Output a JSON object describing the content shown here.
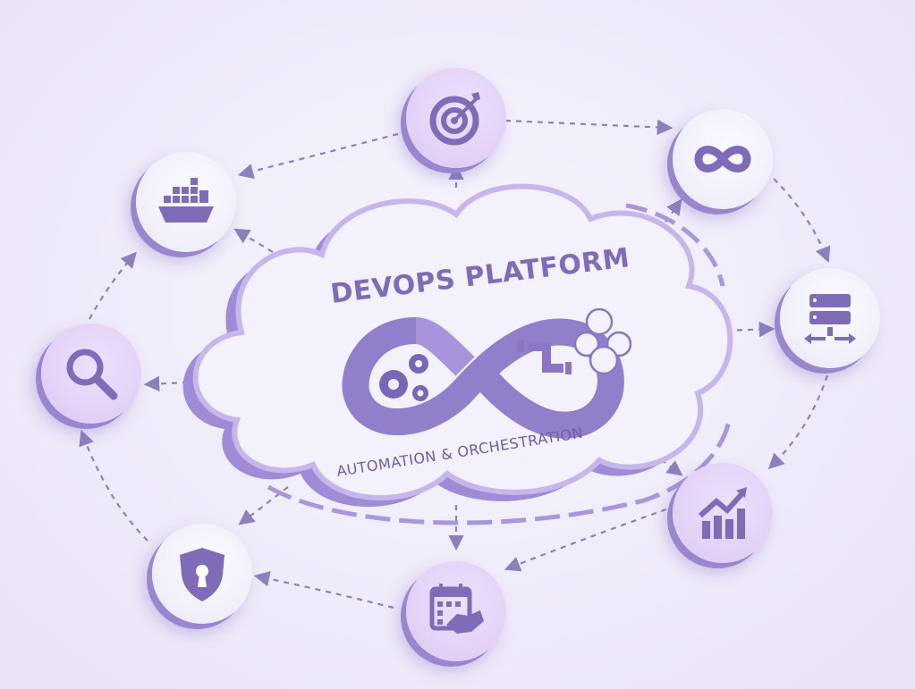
{
  "diagram": {
    "center": {
      "shape": "cloud",
      "title": "DEVOPS PLATFORM",
      "subtitle": "AUTOMATION & ORCHESTRATION",
      "emblem_icons": [
        "infinity-loop-icon",
        "gears-icon",
        "pipeline-icon",
        "team-icon"
      ]
    },
    "nodes": [
      {
        "id": "target",
        "icon": "target-icon"
      },
      {
        "id": "continuous-loop",
        "icon": "infinity-icon"
      },
      {
        "id": "infrastructure",
        "icon": "server-network-icon"
      },
      {
        "id": "analytics",
        "icon": "growth-chart-icon"
      },
      {
        "id": "collaboration",
        "icon": "calendar-handshake-icon"
      },
      {
        "id": "security",
        "icon": "shield-lock-icon"
      },
      {
        "id": "monitoring",
        "icon": "magnifier-icon"
      },
      {
        "id": "containers",
        "icon": "container-ship-icon"
      }
    ],
    "connections": "dashed arrows linking nodes clockwise in a ring and connecting each node to the central cloud"
  },
  "colors": {
    "primary": "#8a76c4",
    "dark": "#6e5ca8",
    "light": "#e4d6f8",
    "background": "#f1ecfa"
  }
}
